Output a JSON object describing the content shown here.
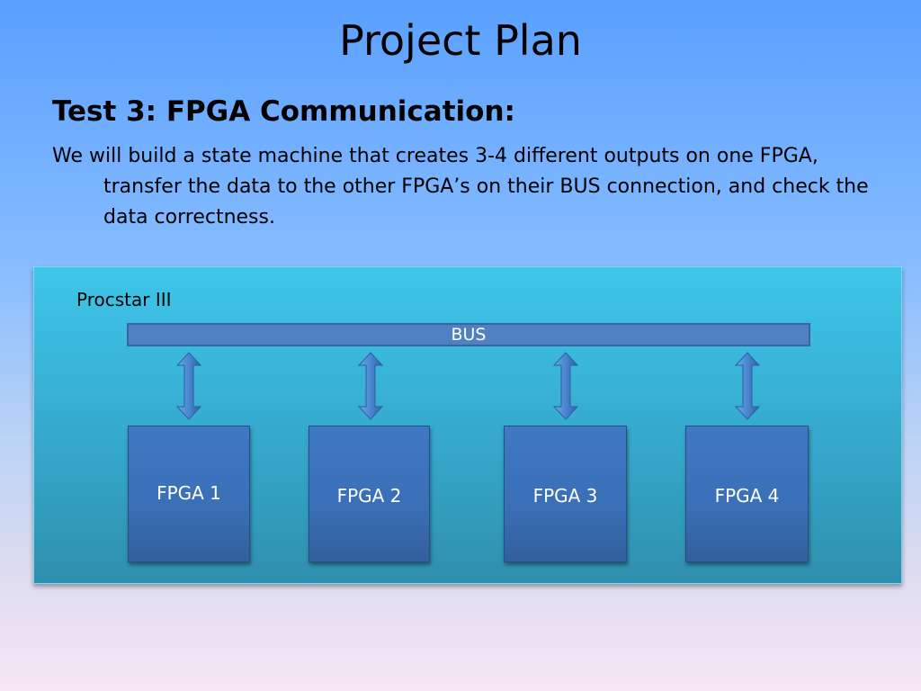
{
  "slide": {
    "title": "Project Plan",
    "subtitle": "Test 3: FPGA Communication:",
    "body": "We will build a state machine that creates 3-4 different outputs on one FPGA, transfer the data to the other FPGA’s on their BUS connection, and check the data correctness."
  },
  "diagram": {
    "board_label": "Procstar III",
    "bus_label": "BUS",
    "fpgas": [
      "FPGA 1",
      "FPGA 2",
      "FPGA 3",
      "FPGA 4"
    ],
    "colors": {
      "board": "#35a9cc",
      "bus": "#4f80c0",
      "fpga": "#3a6fb6",
      "arrow": "#4a86d0"
    }
  }
}
